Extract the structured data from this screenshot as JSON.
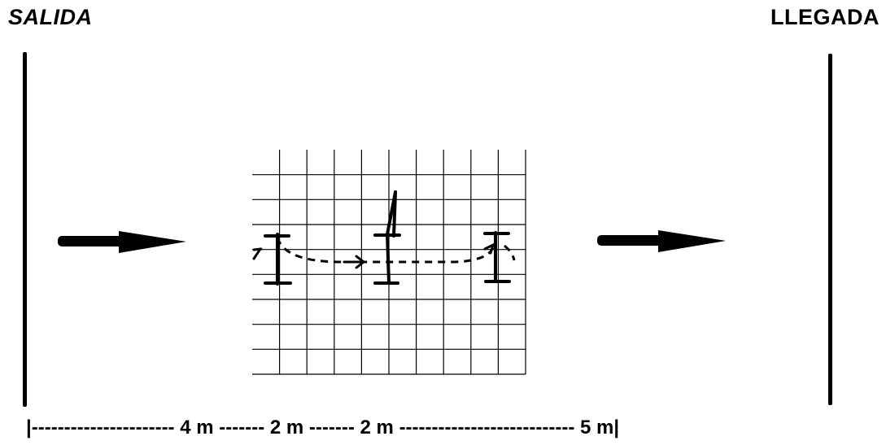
{
  "labels": {
    "start": "SALIDA",
    "finish": "LLEGADA"
  },
  "distance_scale": {
    "left_bar": "|",
    "dashes_1": "----------------------",
    "segment_1": "4 m",
    "dashes_2": "-------",
    "segment_2": "2 m",
    "dashes_3": "-------",
    "segment_3": "2 m",
    "dashes_4": "---------------------------",
    "segment_4": "5 m",
    "right_bar": "|"
  },
  "arrows": [
    "arrow-right-icon",
    "arrow-right-icon"
  ],
  "grid": {
    "columns": 10,
    "rows": 9
  },
  "colors": {
    "ink": "#000000",
    "background": "#ffffff"
  }
}
